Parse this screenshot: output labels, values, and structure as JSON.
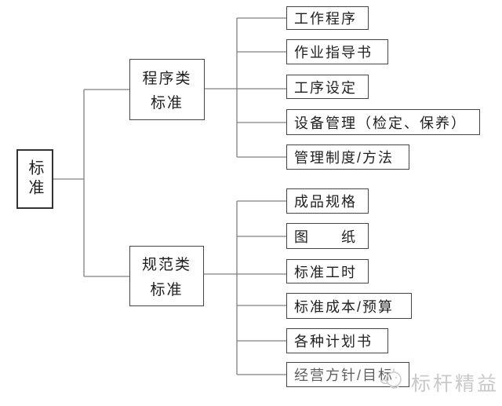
{
  "diagram": {
    "root": {
      "label": "标准"
    },
    "branches": [
      {
        "category": {
          "line1": "程序类",
          "line2": "标准"
        },
        "leaves": [
          {
            "label": "工作程序"
          },
          {
            "label": "作业指导书"
          },
          {
            "label": "工序设定"
          },
          {
            "label": "设备管理（检定、保养）"
          },
          {
            "label": "管理制度/方法"
          }
        ]
      },
      {
        "category": {
          "line1": "规范类",
          "line2": "标准"
        },
        "leaves": [
          {
            "label": "成品规格"
          },
          {
            "label": "图　　纸"
          },
          {
            "label": "标准工时"
          },
          {
            "label": "标准成本/预算"
          },
          {
            "label": "各种计划书"
          },
          {
            "label": "经营方针/目标"
          }
        ]
      }
    ]
  },
  "watermark": {
    "logo_icon": "bird-logo",
    "text": "标杆精益"
  },
  "colors": {
    "background": "#ffffff",
    "line": "#808080",
    "box_border": "#454545",
    "text": "#1f1f1f",
    "muted_text": "#5f5f5f",
    "watermark": "#c9c9c9"
  }
}
